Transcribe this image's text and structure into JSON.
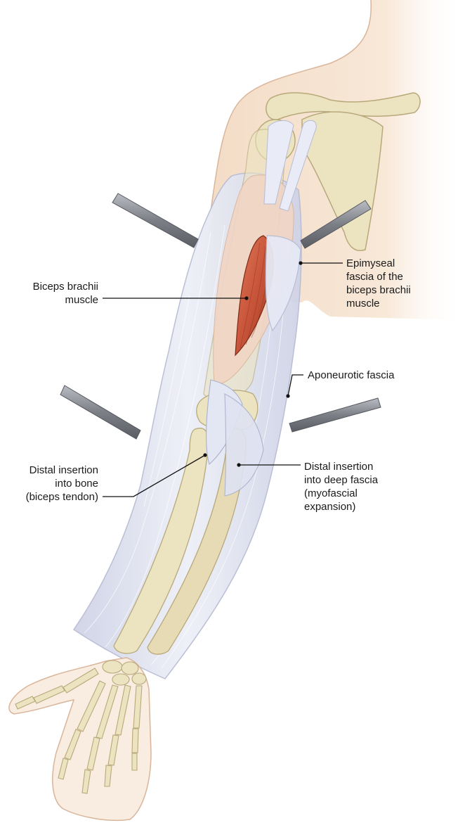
{
  "labels": {
    "biceps_muscle": {
      "lines": [
        "Biceps brachii",
        "muscle"
      ]
    },
    "epimyseal_fascia": {
      "lines": [
        "Epimyseal",
        "fascia of the",
        "biceps brachii",
        "muscle"
      ]
    },
    "aponeurotic_fascia": {
      "lines": [
        "Aponeurotic fascia"
      ]
    },
    "insertion_bone": {
      "lines": [
        "Distal insertion",
        "into bone",
        "(biceps tendon)"
      ]
    },
    "insertion_deep_fascia": {
      "lines": [
        "Distal insertion",
        "into deep fascia",
        "(myofascial",
        "expansion)"
      ]
    }
  },
  "colors": {
    "skin": "#f6e4d2",
    "skin_outline": "#d9b59a",
    "bone": "#ece3c1",
    "bone_outline": "#b8a97a",
    "fascia": "#dde0ee",
    "fascia_edge": "#b7bcd4",
    "muscle": "#c8553a",
    "muscle_dark": "#9e3a24",
    "tendon": "#e9ecf6",
    "retractor": "#8a8d94",
    "leader": "#111111"
  }
}
